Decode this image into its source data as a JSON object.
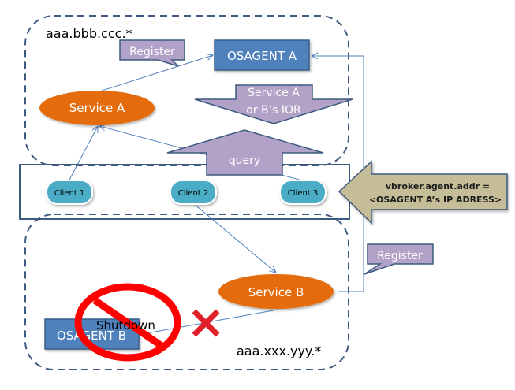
{
  "colors": {
    "zone_border": "#3d5a80",
    "osagent_fill": "#4f81bd",
    "osagent_border": "#385d8a",
    "service_fill": "#e46c0a",
    "client_fill": "#4bacc6",
    "callout_fill": "#b3a2c7",
    "callout_border": "#3d5a80",
    "config_arrow_fill": "#c4bd97",
    "connector": "#4f81bd",
    "prohibit": "#ff0000",
    "cross": "#e0202a"
  },
  "zones": {
    "top": {
      "label": "aaa.bbb.ccc.*"
    },
    "bottom": {
      "label": "aaa.xxx.yyy.*"
    }
  },
  "nodes": {
    "osagent_a": "OSAGENT A",
    "osagent_b": "OSAGENT B",
    "service_a": "Service A",
    "service_b": "Service B",
    "clients": [
      "Client 1",
      "Client 2",
      "Client 3"
    ]
  },
  "callouts": {
    "register_top": "Register",
    "register_right": "Register"
  },
  "arrows": {
    "reply": [
      "Service A",
      "or B’s IOR"
    ],
    "query": "query",
    "config": [
      "vbroker.agent.addr =",
      "<OSAGENT A’s IP ADRESS>"
    ]
  },
  "annotations": {
    "shutdown": "Shutdown"
  }
}
